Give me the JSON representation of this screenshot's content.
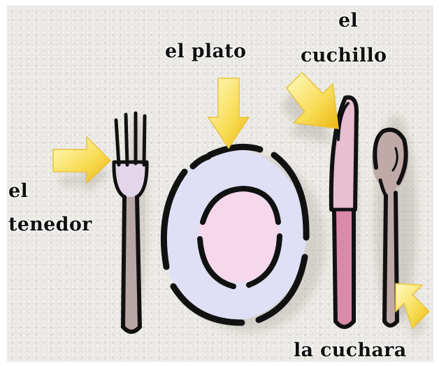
{
  "labels": {
    "plate": "el plato",
    "knife_line1": "el",
    "knife_line2": "cuchillo",
    "fork_line1": "el",
    "fork_line2": "tenedor",
    "spoon": "la cuchara"
  },
  "icons": [
    "fork-icon",
    "plate-icon",
    "knife-icon",
    "spoon-icon",
    "arrow-icon"
  ],
  "colors": {
    "background": "#e9e7e2",
    "outline": "#111111",
    "plate_outer": "#dfe0f5",
    "plate_inner": "#f7d7ea",
    "fork_head": "#e3d6ea",
    "fork_handle": "#b9a7a6",
    "knife_blade": "#e7bfd0",
    "knife_handle": "#d98aa8",
    "spoon": "#bfaaa8",
    "arrow_light": "#fffbc4",
    "arrow_dark": "#f2c21b"
  }
}
